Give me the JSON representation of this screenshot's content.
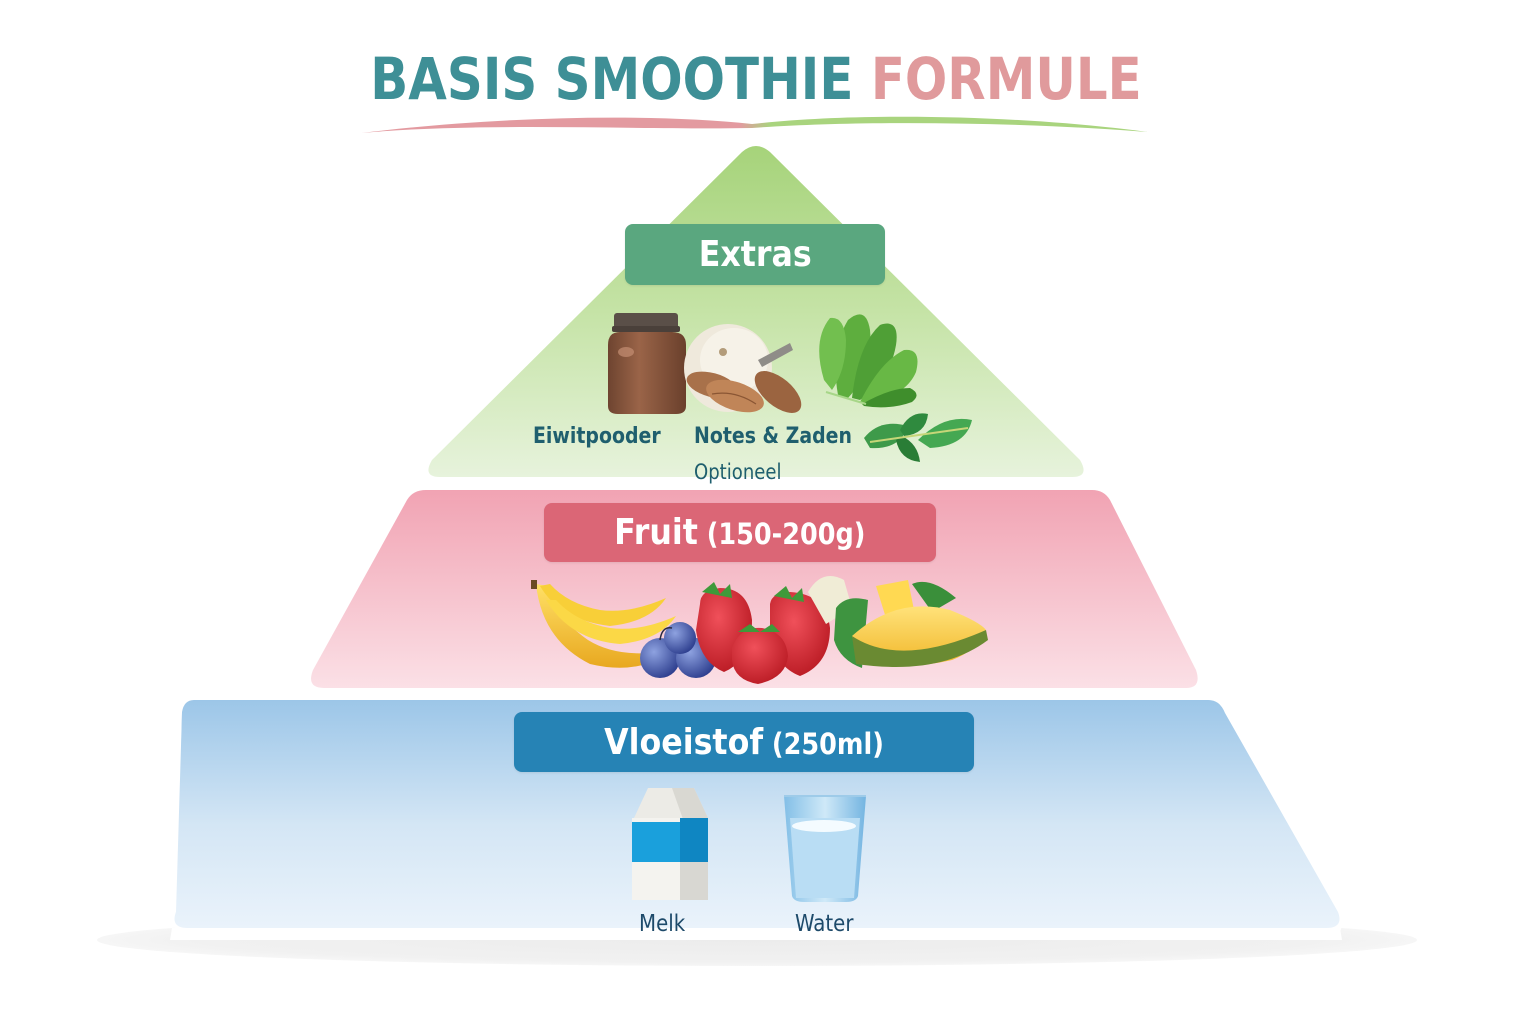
{
  "title": {
    "part1": "BASIS SMOOTHIE",
    "part2": "FORMULE",
    "part1_color": "#3e8f96",
    "part2_color": "#e09a9c"
  },
  "pyramid": {
    "tiers": [
      {
        "id": "extras",
        "label": "Extras",
        "amount": "",
        "color": "#a9d47e",
        "label_color": "#5aa77f",
        "items": [
          {
            "icon": "protein-jar-icon",
            "label": "Eiwitpooder"
          },
          {
            "icon": "nuts-seeds-icon",
            "label": "Notes & Zaden"
          },
          {
            "icon": "spinach-icon",
            "label": ""
          },
          {
            "icon": "leaves-icon",
            "label": ""
          }
        ],
        "note": "Optioneel"
      },
      {
        "id": "fruit",
        "label": "Fruit",
        "amount": "(150-200g)",
        "color": "#f2a7b5",
        "label_color": "#db6676",
        "items": [
          {
            "icon": "banana-icon",
            "label": ""
          },
          {
            "icon": "blueberry-icon",
            "label": ""
          },
          {
            "icon": "strawberry-icon",
            "label": ""
          },
          {
            "icon": "pineapple-icon",
            "label": ""
          }
        ]
      },
      {
        "id": "liquid",
        "label": "Vloeistof",
        "amount": "(250ml)",
        "color": "#a7cbe9",
        "label_color": "#2683b5",
        "items": [
          {
            "icon": "milk-carton-icon",
            "label": "Melk"
          },
          {
            "icon": "water-glass-icon",
            "label": "Water"
          }
        ]
      }
    ]
  }
}
